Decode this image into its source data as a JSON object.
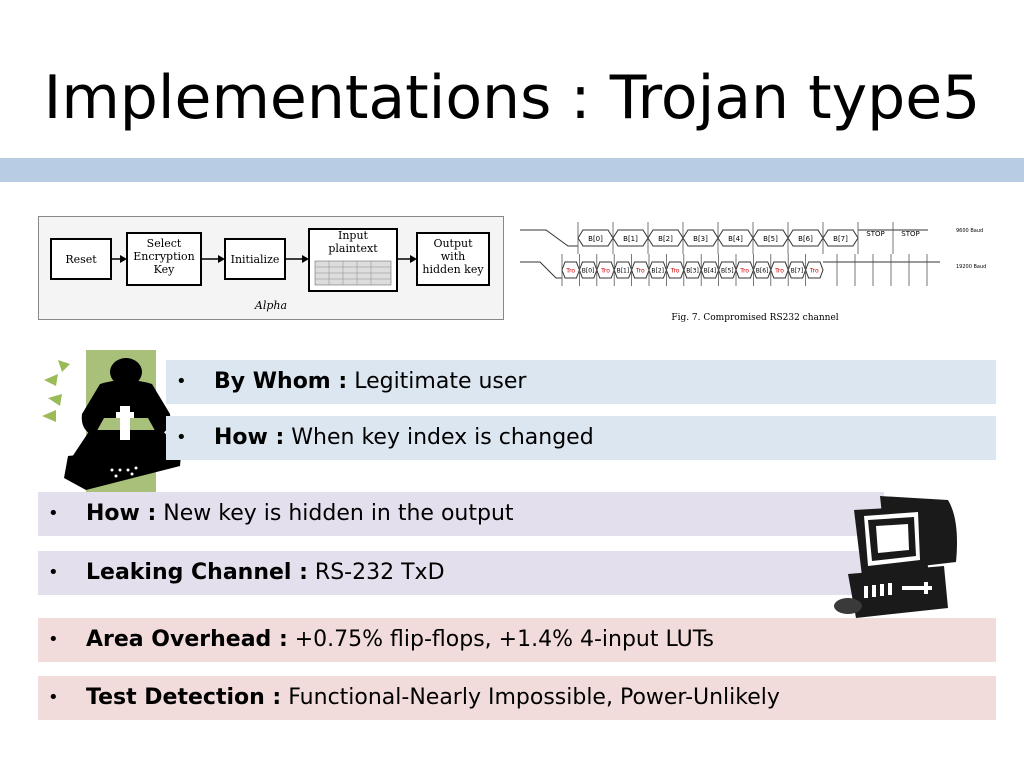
{
  "slide": {
    "title": "Implementations : Trojan type5"
  },
  "figure_alpha": {
    "boxes": [
      "Reset",
      "Select\nEncryption\nKey",
      "Initialize",
      "Input\nplaintext",
      "Output\nwith\nhidden key"
    ],
    "caption": "Alpha"
  },
  "figure_rs232": {
    "top_row": [
      "B[0]",
      "B[1]",
      "B[2]",
      "B[3]",
      "B[4]",
      "B[5]",
      "B[6]",
      "B[7]",
      "STOP",
      "STOP"
    ],
    "top_baud": "9600 Baud",
    "bottom_row": [
      "Tro",
      "B[0]",
      "Tro",
      "B[1]",
      "Tro",
      "B[2]",
      "Tro",
      "B[3]",
      "B[4]",
      "B[5]",
      "Tro",
      "B[6]",
      "Tro",
      "B[7]",
      "Tro"
    ],
    "bottom_baud": "19200 Baud",
    "caption": "Fig. 7.    Compromised RS232 channel"
  },
  "bullets": [
    {
      "label": "By Whom :",
      "text": " Legitimate user"
    },
    {
      "label": "How :",
      "text": " When key index is changed"
    },
    {
      "label": "How :",
      "text": " New key is hidden in the output"
    },
    {
      "label": "Leaking Channel :",
      "text": " RS-232 TxD"
    },
    {
      "label": "Area Overhead :",
      "text": " +0.75% flip-flops, +1.4% 4-input LUTs"
    },
    {
      "label": "Test Detection :",
      "text": " Functional-Nearly Impossible, Power-Unlikely"
    }
  ],
  "bullet_glyph": "•",
  "colors": {
    "band": "#b8cce4",
    "blue_row": "#dce6f1",
    "lavender_row": "#e4dfec",
    "pink_row": "#f2dcdb",
    "trojan_text": "#cc0000"
  },
  "icons": [
    "hacker-with-drill-icon",
    "desktop-computer-icon"
  ]
}
